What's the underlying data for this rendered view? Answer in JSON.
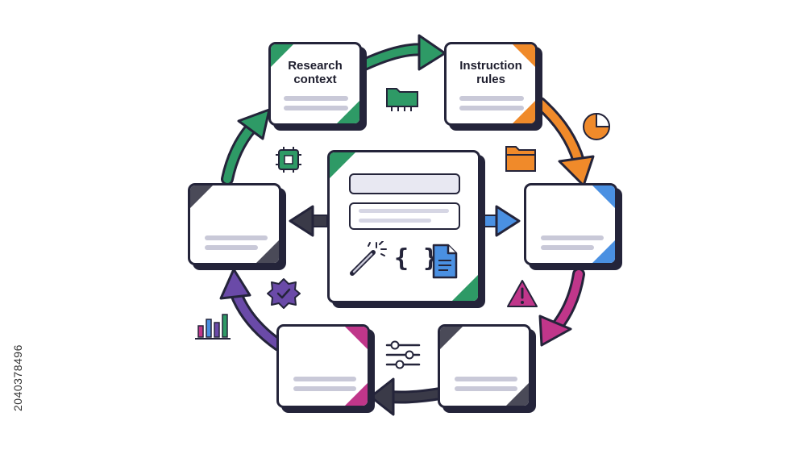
{
  "nodes": {
    "research": {
      "title": "Research\ncontext",
      "accent_top": "#2e9a66",
      "accent_bottom": "#2e9a66"
    },
    "instruction": {
      "title": "Instruction\nrules",
      "accent_top": "#f08a2a",
      "accent_bottom": "#f08a2a"
    },
    "right": {
      "accent": "#4a90e2"
    },
    "bottom_right": {
      "accent": "#4a4a58"
    },
    "bottom_left": {
      "accent": "#c0368a"
    },
    "left": {
      "accent": "#4a4a58"
    },
    "center": {
      "accent": "#2e9a66"
    }
  },
  "arrows": {
    "top": "#2e9a66",
    "right_upper": "#f08a2a",
    "right_lower": "#c0368a",
    "bottom": "#3a3a48",
    "left_lower": "#6a4aa8",
    "left_upper": "#2e9a66",
    "center_left": "#3a3a48",
    "center_right": "#4a90e2"
  },
  "icons": [
    {
      "name": "folder-chip-icon"
    },
    {
      "name": "pie-chart-icon"
    },
    {
      "name": "folder-icon"
    },
    {
      "name": "cpu-chip-icon"
    },
    {
      "name": "warning-icon"
    },
    {
      "name": "verified-badge-icon"
    },
    {
      "name": "bar-chart-icon"
    },
    {
      "name": "sliders-icon"
    },
    {
      "name": "magic-wand-icon"
    },
    {
      "name": "code-braces-icon"
    },
    {
      "name": "document-icon"
    }
  ],
  "code_glyph": "{ }",
  "watermark": {
    "id": "2040378496"
  }
}
